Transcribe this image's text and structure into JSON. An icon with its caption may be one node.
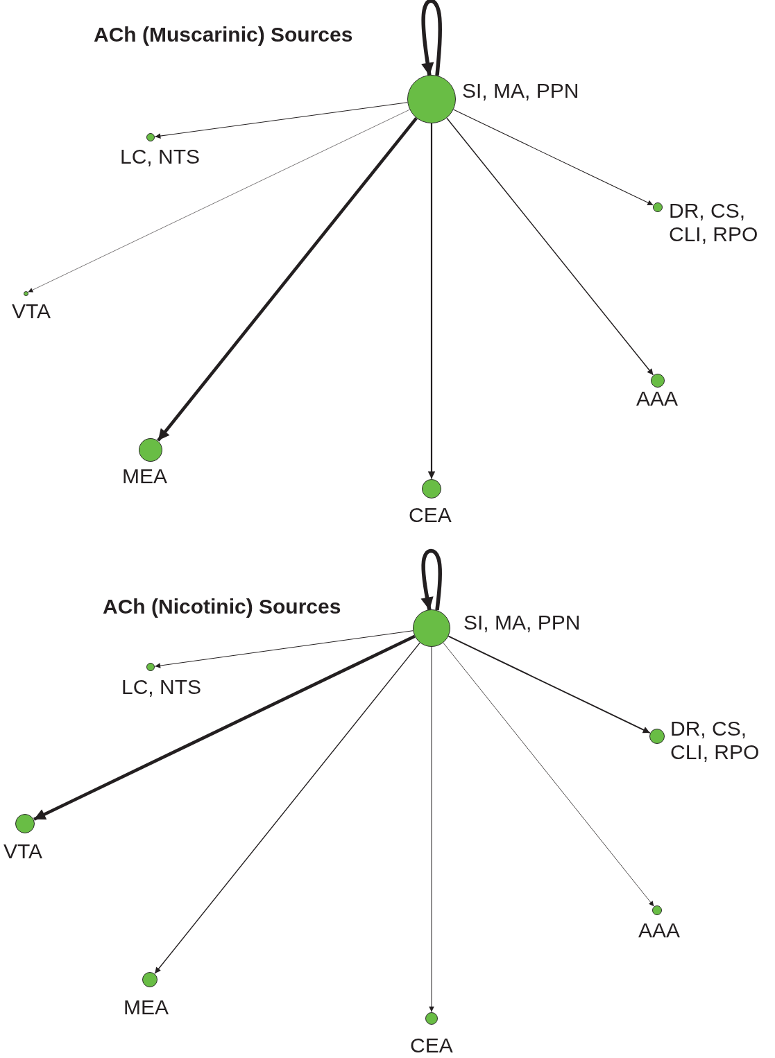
{
  "diagram": {
    "nodes": [
      {
        "text": [
          "SI, MA, PPN"
        ]
      },
      {
        "text": [
          "LC, NTS"
        ]
      },
      {
        "text": [
          "VTA"
        ]
      },
      {
        "text": [
          "MEA"
        ]
      },
      {
        "text": [
          "CEA"
        ]
      },
      {
        "text": [
          "AAA"
        ]
      },
      {
        "text": [
          "DR, CS, CLI, RPO"
        ]
      },
      {
        "text": [
          "SI, MA, PPN"
        ]
      },
      {
        "text": [
          "LC, NTS"
        ]
      },
      {
        "text": [
          "VTA"
        ]
      },
      {
        "text": [
          "MEA"
        ]
      },
      {
        "text": [
          "CEA"
        ]
      },
      {
        "text": [
          "AAA"
        ]
      },
      {
        "text": [
          "DR, CS, CLI, RPO"
        ]
      }
    ],
    "edges": [
      {
        "from": 0,
        "to": 0,
        "arrow": "to",
        "style": "thick"
      },
      {
        "from": 0,
        "to": 1,
        "arrow": "to"
      },
      {
        "from": 0,
        "to": 2,
        "arrow": "to"
      },
      {
        "from": 0,
        "to": 3,
        "arrow": "to",
        "style": "thick"
      },
      {
        "from": 0,
        "to": 4,
        "arrow": "to"
      },
      {
        "from": 0,
        "to": 5,
        "arrow": "to"
      },
      {
        "from": 0,
        "to": 6,
        "arrow": "to"
      },
      {
        "from": 7,
        "to": 7,
        "arrow": "to",
        "style": "thick"
      },
      {
        "from": 7,
        "to": 8,
        "arrow": "to"
      },
      {
        "from": 7,
        "to": 9,
        "arrow": "to",
        "style": "thick"
      },
      {
        "from": 7,
        "to": 10,
        "arrow": "to"
      },
      {
        "from": 7,
        "to": 11,
        "arrow": "to"
      },
      {
        "from": 7,
        "to": 12,
        "arrow": "to"
      },
      {
        "from": 7,
        "to": 13,
        "arrow": "to"
      }
    ],
    "labels": [
      "ACh (Muscarinic) Sources",
      "ACh (Nicotinic) Sources"
    ]
  }
}
